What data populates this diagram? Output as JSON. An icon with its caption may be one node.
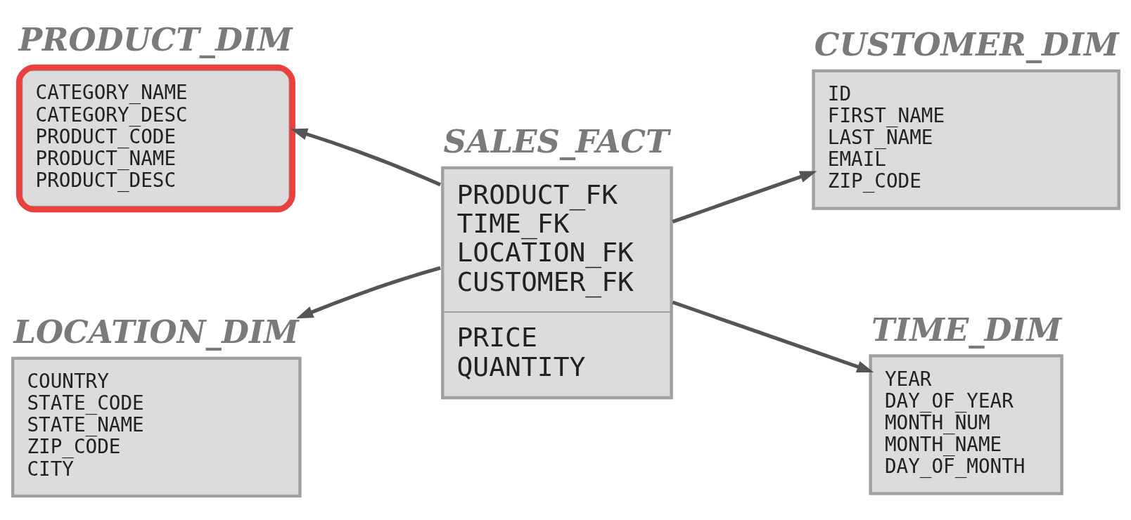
{
  "diagram": {
    "nodes": [
      {
        "text": [
          "SALES_FACT",
          "PRODUCT_FK TIME_FK LOCATION_FK CUSTOMER_FK",
          "PRICE QUANTITY"
        ]
      },
      {
        "text": [
          "PRODUCT_DIM",
          "CATEGORY_NAME CATEGORY_DESC PRODUCT_CODE PRODUCT_NAME PRODUCT_DESC"
        ]
      },
      {
        "text": [
          "CUSTOMER_DIM",
          "ID FIRST_NAME LAST_NAME EMAIL ZIP_CODE"
        ]
      },
      {
        "text": [
          "LOCATION_DIM",
          "COUNTRY STATE_CODE STATE_NAME ZIP_CODE CITY"
        ]
      },
      {
        "text": [
          "TIME_DIM",
          "YEAR DAY_OF_YEAR MONTH_NUM MONTH_NAME DAY_OF_MONTH"
        ]
      }
    ],
    "edges": [
      {
        "from": 0,
        "to": 1,
        "arrow": "to"
      },
      {
        "from": 0,
        "to": 2,
        "arrow": "to"
      },
      {
        "from": 0,
        "to": 3,
        "arrow": "to"
      },
      {
        "from": 0,
        "to": 4,
        "arrow": "to"
      }
    ]
  }
}
